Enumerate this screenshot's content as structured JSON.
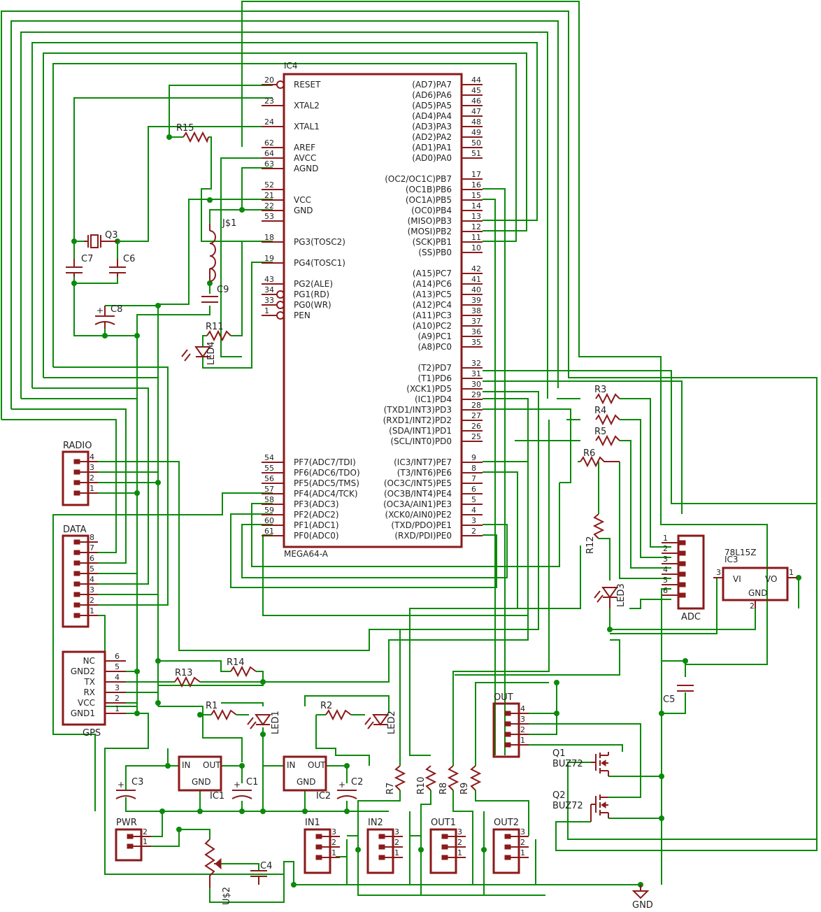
{
  "ic4": {
    "name": "IC4",
    "value": "MEGA64-A",
    "left_pins": [
      {
        "num": "20",
        "name": "RESET"
      },
      {
        "num": "23",
        "name": "XTAL2"
      },
      {
        "num": "24",
        "name": "XTAL1"
      },
      {
        "num": "62",
        "name": "AREF"
      },
      {
        "num": "64",
        "name": "AVCC"
      },
      {
        "num": "63",
        "name": "AGND"
      },
      {
        "num": "52",
        "name": ""
      },
      {
        "num": "21",
        "name": "VCC"
      },
      {
        "num": "22",
        "name": "GND"
      },
      {
        "num": "53",
        "name": ""
      },
      {
        "num": "18",
        "name": "PG3(TOSC2)"
      },
      {
        "num": "19",
        "name": "PG4(TOSC1)"
      },
      {
        "num": "43",
        "name": "PG2(ALE)"
      },
      {
        "num": "34",
        "name": "PG1(RD)"
      },
      {
        "num": "33",
        "name": "PG0(WR)"
      },
      {
        "num": "1",
        "name": "PEN"
      },
      {
        "num": "54",
        "name": "PF7(ADC7/TDI)"
      },
      {
        "num": "55",
        "name": "PF6(ADC6/TDO)"
      },
      {
        "num": "56",
        "name": "PF5(ADC5/TMS)"
      },
      {
        "num": "57",
        "name": "PF4(ADC4/TCK)"
      },
      {
        "num": "58",
        "name": "PF3(ADC3)"
      },
      {
        "num": "59",
        "name": "PF2(ADC2)"
      },
      {
        "num": "60",
        "name": "PF1(ADC1)"
      },
      {
        "num": "61",
        "name": "PF0(ADC0)"
      }
    ],
    "right_pins": [
      {
        "num": "44",
        "name": "(AD7)PA7"
      },
      {
        "num": "45",
        "name": "(AD6)PA6"
      },
      {
        "num": "46",
        "name": "(AD5)PA5"
      },
      {
        "num": "47",
        "name": "(AD4)PA4"
      },
      {
        "num": "48",
        "name": "(AD3)PA3"
      },
      {
        "num": "49",
        "name": "(AD2)PA2"
      },
      {
        "num": "50",
        "name": "(AD1)PA1"
      },
      {
        "num": "51",
        "name": "(AD0)PA0"
      },
      {
        "num": "17",
        "name": "(OC2/OC1C)PB7"
      },
      {
        "num": "16",
        "name": "(OC1B)PB6"
      },
      {
        "num": "15",
        "name": "(OC1A)PB5"
      },
      {
        "num": "14",
        "name": "(OC0)PB4"
      },
      {
        "num": "13",
        "name": "(MISO)PB3"
      },
      {
        "num": "12",
        "name": "(MOSI)PB2"
      },
      {
        "num": "11",
        "name": "(SCK)PB1"
      },
      {
        "num": "10",
        "name": "(SS)PB0"
      },
      {
        "num": "42",
        "name": "(A15)PC7"
      },
      {
        "num": "41",
        "name": "(A14)PC6"
      },
      {
        "num": "40",
        "name": "(A13)PC5"
      },
      {
        "num": "39",
        "name": "(A12)PC4"
      },
      {
        "num": "38",
        "name": "(A11)PC3"
      },
      {
        "num": "37",
        "name": "(A10)PC2"
      },
      {
        "num": "36",
        "name": "(A9)PC1"
      },
      {
        "num": "35",
        "name": "(A8)PC0"
      },
      {
        "num": "32",
        "name": "(T2)PD7"
      },
      {
        "num": "31",
        "name": "(T1)PD6"
      },
      {
        "num": "30",
        "name": "(XCK1)PD5"
      },
      {
        "num": "29",
        "name": "(IC1)PD4"
      },
      {
        "num": "28",
        "name": "(TXD1/INT3)PD3"
      },
      {
        "num": "27",
        "name": "(RXD1/INT2)PD2"
      },
      {
        "num": "26",
        "name": "(SDA/INT1)PD1"
      },
      {
        "num": "25",
        "name": "(SCL/INT0)PD0"
      },
      {
        "num": "9",
        "name": "(IC3/INT7)PE7"
      },
      {
        "num": "8",
        "name": "(T3/INT6)PE6"
      },
      {
        "num": "7",
        "name": "(OC3C/INT5)PE5"
      },
      {
        "num": "6",
        "name": "(OC3B/INT4)PE4"
      },
      {
        "num": "5",
        "name": "(OC3A/AIN1)PE3"
      },
      {
        "num": "4",
        "name": "(XCK0/AIN0)PE2"
      },
      {
        "num": "3",
        "name": "(TXD/PDO)PE1"
      },
      {
        "num": "2",
        "name": "(RXD/PDI)PE0"
      }
    ]
  },
  "connectors": {
    "radio": {
      "name": "RADIO",
      "pins": [
        "4",
        "3",
        "2",
        "1"
      ]
    },
    "data": {
      "name": "DATA",
      "pins": [
        "8",
        "7",
        "6",
        "5",
        "4",
        "3",
        "2",
        "1"
      ]
    },
    "gps": {
      "name": "GPS",
      "pin_names": [
        "NC",
        "GND2",
        "TX",
        "RX",
        "VCC",
        "GND1"
      ],
      "pins": [
        "6",
        "5",
        "4",
        "3",
        "2",
        "1"
      ]
    },
    "adc": {
      "name": "ADC",
      "pins": [
        "1",
        "2",
        "3",
        "4",
        "5",
        "6"
      ]
    },
    "out": {
      "name": "OUT",
      "pins": [
        "4",
        "3",
        "2",
        "1"
      ]
    },
    "pwr": {
      "name": "PWR",
      "pins": [
        "2",
        "1"
      ]
    },
    "in1": {
      "name": "IN1",
      "pins": [
        "3",
        "2",
        "1"
      ]
    },
    "in2": {
      "name": "IN2",
      "pins": [
        "3",
        "2",
        "1"
      ]
    },
    "out1": {
      "name": "OUT1",
      "pins": [
        "3",
        "2",
        "1"
      ]
    },
    "out2": {
      "name": "OUT2",
      "pins": [
        "3",
        "2",
        "1"
      ]
    }
  },
  "ic3": {
    "name": "IC3",
    "value": "78L15Z",
    "vi": "VI",
    "vo": "VO",
    "gnd": "GND",
    "p1": "1",
    "p2": "2",
    "p3": "3"
  },
  "regulators": [
    {
      "name": "IC1",
      "in": "IN",
      "out": "OUT",
      "gnd": "GND"
    },
    {
      "name": "IC2",
      "in": "IN",
      "out": "OUT",
      "gnd": "GND"
    }
  ],
  "components": {
    "r15": "R15",
    "q3": "Q3",
    "c6": "C6",
    "c7": "C7",
    "c8": "C8",
    "c9": "C9",
    "js1": "J$1",
    "r11": "R11",
    "led4": "LED4",
    "r3": "R3",
    "r4": "R4",
    "r5": "R5",
    "r6": "R6",
    "r12": "R12",
    "led3": "LED3",
    "c5": "C5",
    "r13": "R13",
    "r14": "R14",
    "r1": "R1",
    "led1": "LED1",
    "r2": "R2",
    "led2": "LED2",
    "c1": "C1",
    "c2": "C2",
    "c3": "C3",
    "c4": "C4",
    "u2": "U$2",
    "r7": "R7",
    "r10": "R10",
    "r8": "R8",
    "r9": "R9",
    "q1": "Q1",
    "q1v": "BUZ72",
    "q2": "Q2",
    "q2v": "BUZ72",
    "gnd": "GND"
  }
}
